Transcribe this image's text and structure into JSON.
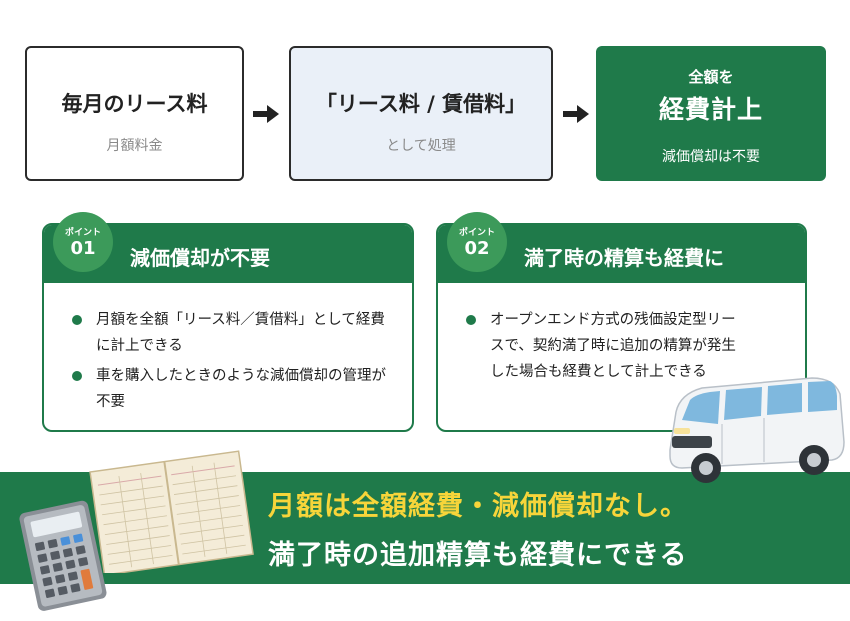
{
  "flow": {
    "box1": {
      "title": "毎月のリース料",
      "sub": "月額料金"
    },
    "box2": {
      "title": "「リース料 / 賃借料」",
      "sub": "として処理"
    },
    "box3": {
      "line1": "全額を",
      "line2": "経費計上",
      "line3": "減価償却は不要"
    }
  },
  "points": [
    {
      "badge_top": "ポイント",
      "badge_num": "01",
      "title": "減価償却が不要",
      "bullets": [
        "月額を全額「リース料／賃借料」として経費に計上できる",
        "車を購入したときのような減価償却の管理が不要"
      ]
    },
    {
      "badge_top": "ポイント",
      "badge_num": "02",
      "title": "満了時の精算も経費に",
      "bullets": [
        "オープンエンド方式の残価設定型リースで、契約満了時に追加の精算が発生した場合も経費として計上できる"
      ]
    }
  ],
  "banner": {
    "line1": "月額は全額経費・減価償却なし。",
    "line2": "満了時の追加精算も経費にできる"
  },
  "colors": {
    "green": "#1f7a4a",
    "badge_green": "#3c9a5a",
    "yellow": "#f7d53a",
    "light_blue": "#eaf0f8"
  },
  "icons": [
    "arrow-right-icon",
    "ledger-book-illustration",
    "calculator-illustration",
    "van-illustration"
  ]
}
